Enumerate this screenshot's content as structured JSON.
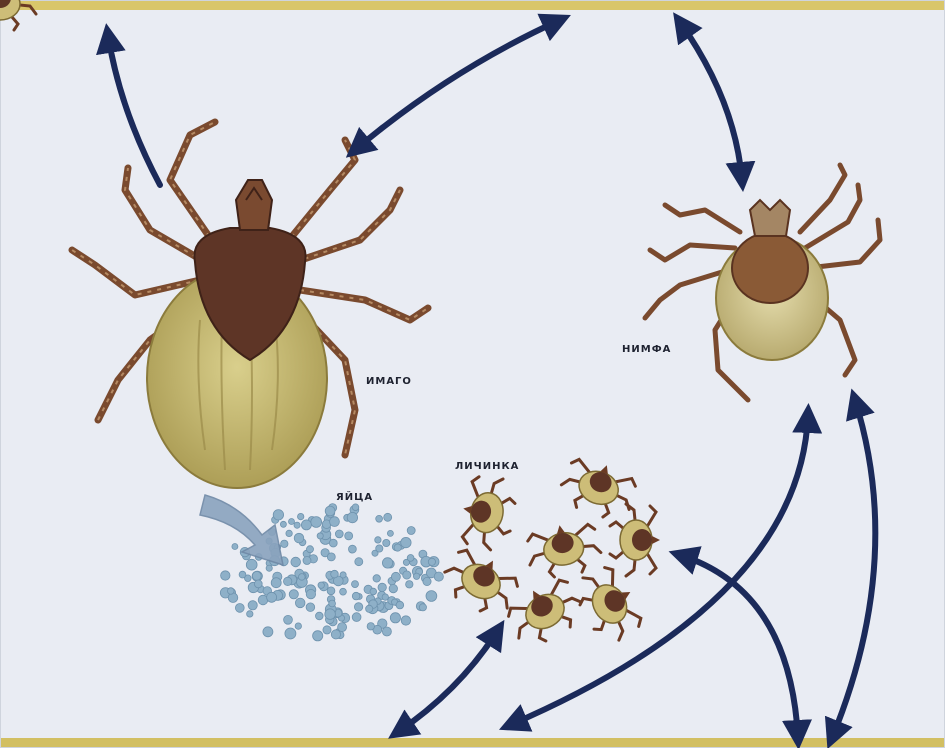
{
  "stages": {
    "imago": "ИМАГО",
    "nymph": "НИМФА",
    "larva": "ЛИЧИНКА",
    "eggs": "ЯЙЦА"
  },
  "colors": {
    "paper": "#e9ecf3",
    "border_yellow": "#d9c66a",
    "arrow": "#1b2a5a",
    "egg_arrow": "#7f9ab7",
    "tick_brown": "#6b3b24",
    "tick_body": "#c9bd76",
    "egg": "#8eb0c8"
  },
  "icons": [
    "adult-tick-icon",
    "nymph-tick-icon",
    "larva-tick-icon",
    "egg-cluster-icon",
    "cycle-arrow-icon"
  ]
}
